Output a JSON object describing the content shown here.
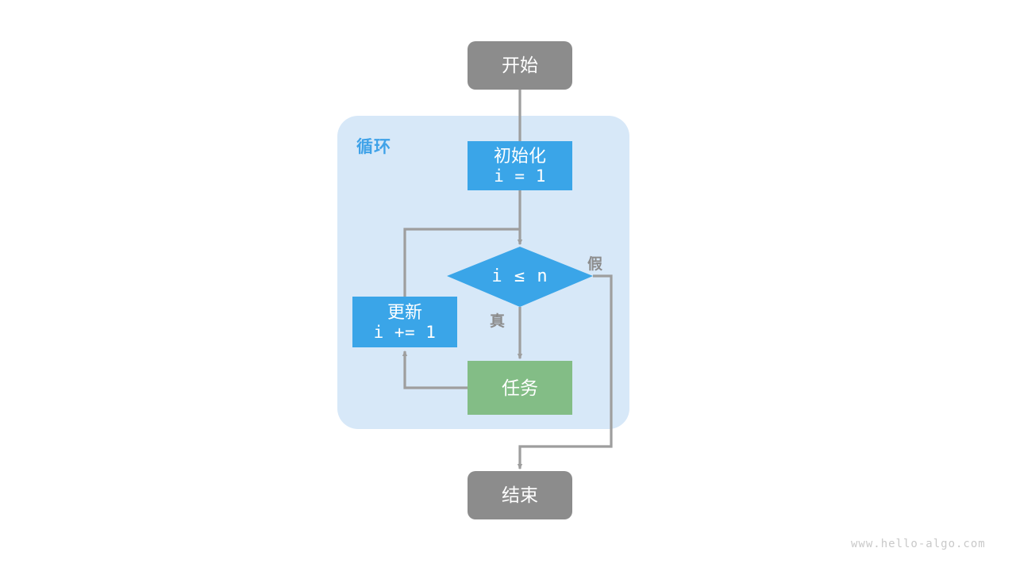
{
  "diagram": {
    "title": "",
    "watermark": "www.hello-algo.com",
    "colors": {
      "background": "#ffffff",
      "terminal": "#8c8c8c",
      "process_blue": "#3aa5e8",
      "task_green": "#83bd86",
      "loop_container": "#d7e8f8",
      "edge": "#9e9e9e",
      "loop_title": "#3fa2e8",
      "branch_label": "#8c8c8c",
      "watermark": "#c9c9c9"
    },
    "nodes": {
      "start": {
        "label": "开始",
        "shape": "rounded-rect",
        "fill": "terminal"
      },
      "loop_container": {
        "label": "循环",
        "shape": "rounded-rect",
        "fill": "loop_container"
      },
      "init": {
        "line1": "初始化",
        "line2": "i = 1",
        "shape": "rect",
        "fill": "process_blue"
      },
      "condition": {
        "label": "i ≤ n",
        "shape": "diamond",
        "fill": "process_blue"
      },
      "update": {
        "line1": "更新",
        "line2": "i += 1",
        "shape": "rect",
        "fill": "process_blue"
      },
      "task": {
        "label": "任务",
        "shape": "rect",
        "fill": "task_green"
      },
      "end": {
        "label": "结束",
        "shape": "rounded-rect",
        "fill": "terminal"
      }
    },
    "edges": {
      "true_label": "真",
      "false_label": "假"
    }
  }
}
